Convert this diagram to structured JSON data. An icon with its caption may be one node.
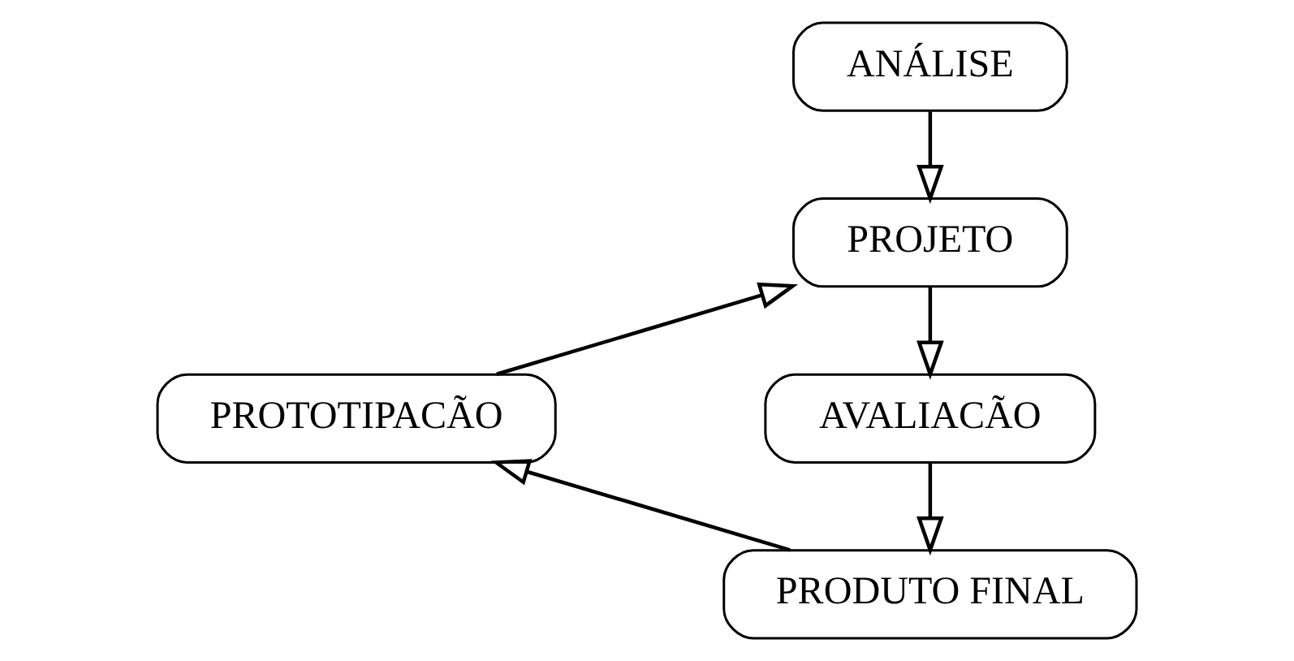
{
  "diagram": {
    "nodes": [
      {
        "text": [
          "ANÁLISE"
        ]
      },
      {
        "text": [
          "PROJETO"
        ]
      },
      {
        "text": [
          "AVALIACÃO"
        ]
      },
      {
        "text": [
          "PRODUTO FINAL"
        ]
      },
      {
        "text": [
          "PROTOTIPACÃO"
        ]
      }
    ],
    "edges": [
      {
        "from": 0,
        "to": 1,
        "arrow": "to"
      },
      {
        "from": 1,
        "to": 2,
        "arrow": "to"
      },
      {
        "from": 2,
        "to": 3,
        "arrow": "to"
      },
      {
        "from": 3,
        "to": 4,
        "arrow": "to"
      },
      {
        "from": 4,
        "to": 1,
        "arrow": "to"
      }
    ]
  }
}
